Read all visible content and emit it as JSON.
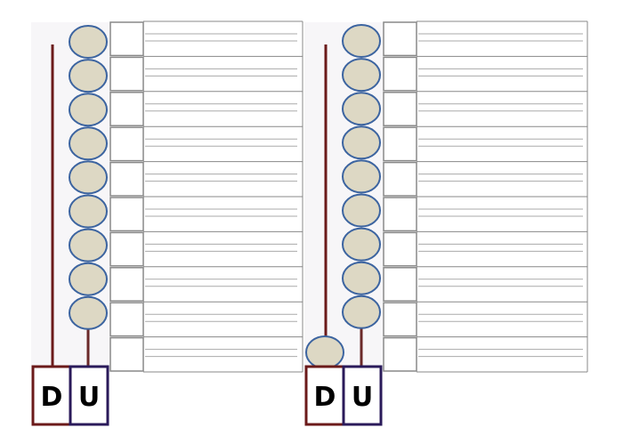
{
  "worksheets": [
    {
      "tens_label": "D",
      "units_label": "U",
      "tens_beads": 0,
      "units_beads": 9,
      "rows": 10
    },
    {
      "tens_label": "D",
      "units_label": "U",
      "tens_beads": 1,
      "units_beads": 9,
      "rows": 10
    }
  ],
  "colors": {
    "bead_fill": "#ddd8c4",
    "bead_stroke": "#3c64a0",
    "tens_rod": "#6b1a1a",
    "units_rod": "#6b2a2a",
    "units_box": "#2a1a5a",
    "grid": "#888888"
  }
}
